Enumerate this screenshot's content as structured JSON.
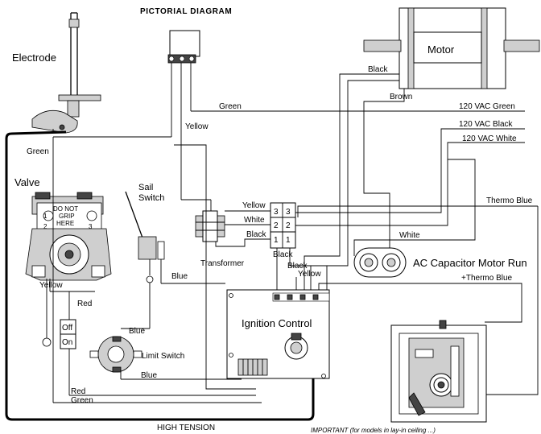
{
  "title": "PICTORIAL DIAGRAM",
  "components": {
    "electrode": "Electrode",
    "motor": "Motor",
    "valve": "Valve",
    "valve_text_1": "DO NOT",
    "valve_text_2": "GRIP",
    "valve_text_3": "HERE",
    "valve_num_1": "1",
    "valve_num_2": "2",
    "valve_num_3": "3",
    "sail_switch_1": "Sail",
    "sail_switch_2": "Switch",
    "transformer": "Transformer",
    "limit_switch": "Limit Switch",
    "ignition_control": "Ignition Control",
    "capacitor": "AC Capacitor Motor Run",
    "switch_off": "Off",
    "switch_on": "On",
    "high_tension": "HIGH TENSION",
    "important_note": "IMPORTANT (for models in lay-in ceiling ...)"
  },
  "terminals": {
    "t3a": "3",
    "t3b": "3",
    "t2a": "2",
    "t2b": "2",
    "t1a": "1",
    "t1b": "1"
  },
  "wires": {
    "green_top": "Green",
    "green_electrode": "Green",
    "yellow_top": "Yellow",
    "black_motor": "Black",
    "brown_motor": "Brown",
    "supply_green": "120 VAC Green",
    "supply_black": "120 VAC Black",
    "supply_white": "120 VAC White",
    "thermo_blue": "Thermo Blue",
    "plus_thermo_blue": "+Thermo Blue",
    "white_cap": "White",
    "yellow_tr": "Yellow",
    "white_tr": "White",
    "black_tr": "Black",
    "black_below": "Black",
    "black_ic": "Black",
    "yellow_ic": "Yellow",
    "blue_sail": "Blue",
    "yellow_valve": "Yellow",
    "red_valve": "Red",
    "blue_limit_top": "Blue",
    "blue_limit_bottom": "Blue",
    "red_bottom": "Red",
    "green_bottom": "Green"
  }
}
